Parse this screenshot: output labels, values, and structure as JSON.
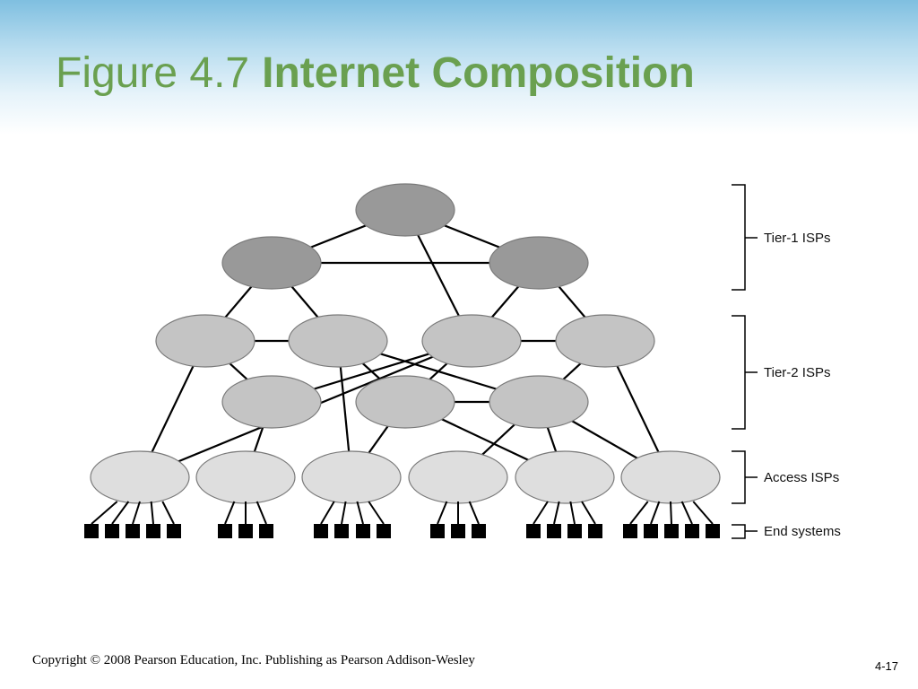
{
  "title": {
    "prefix": "Figure 4.7",
    "main": "Internet Composition"
  },
  "diagram": {
    "labels": {
      "tier1": "Tier-1 ISPs",
      "tier2": "Tier-2 ISPs",
      "access": "Access ISPs",
      "end": "End systems"
    },
    "colors": {
      "tier1_fill": "#999999",
      "tier2_fill": "#c4c4c4",
      "access_fill": "#dedede",
      "end_fill": "#000000",
      "line": "#000000"
    }
  },
  "footer": {
    "copyright": "Copyright © 2008 Pearson Education, Inc. Publishing as Pearson Addison-Wesley",
    "page": "4-17"
  }
}
